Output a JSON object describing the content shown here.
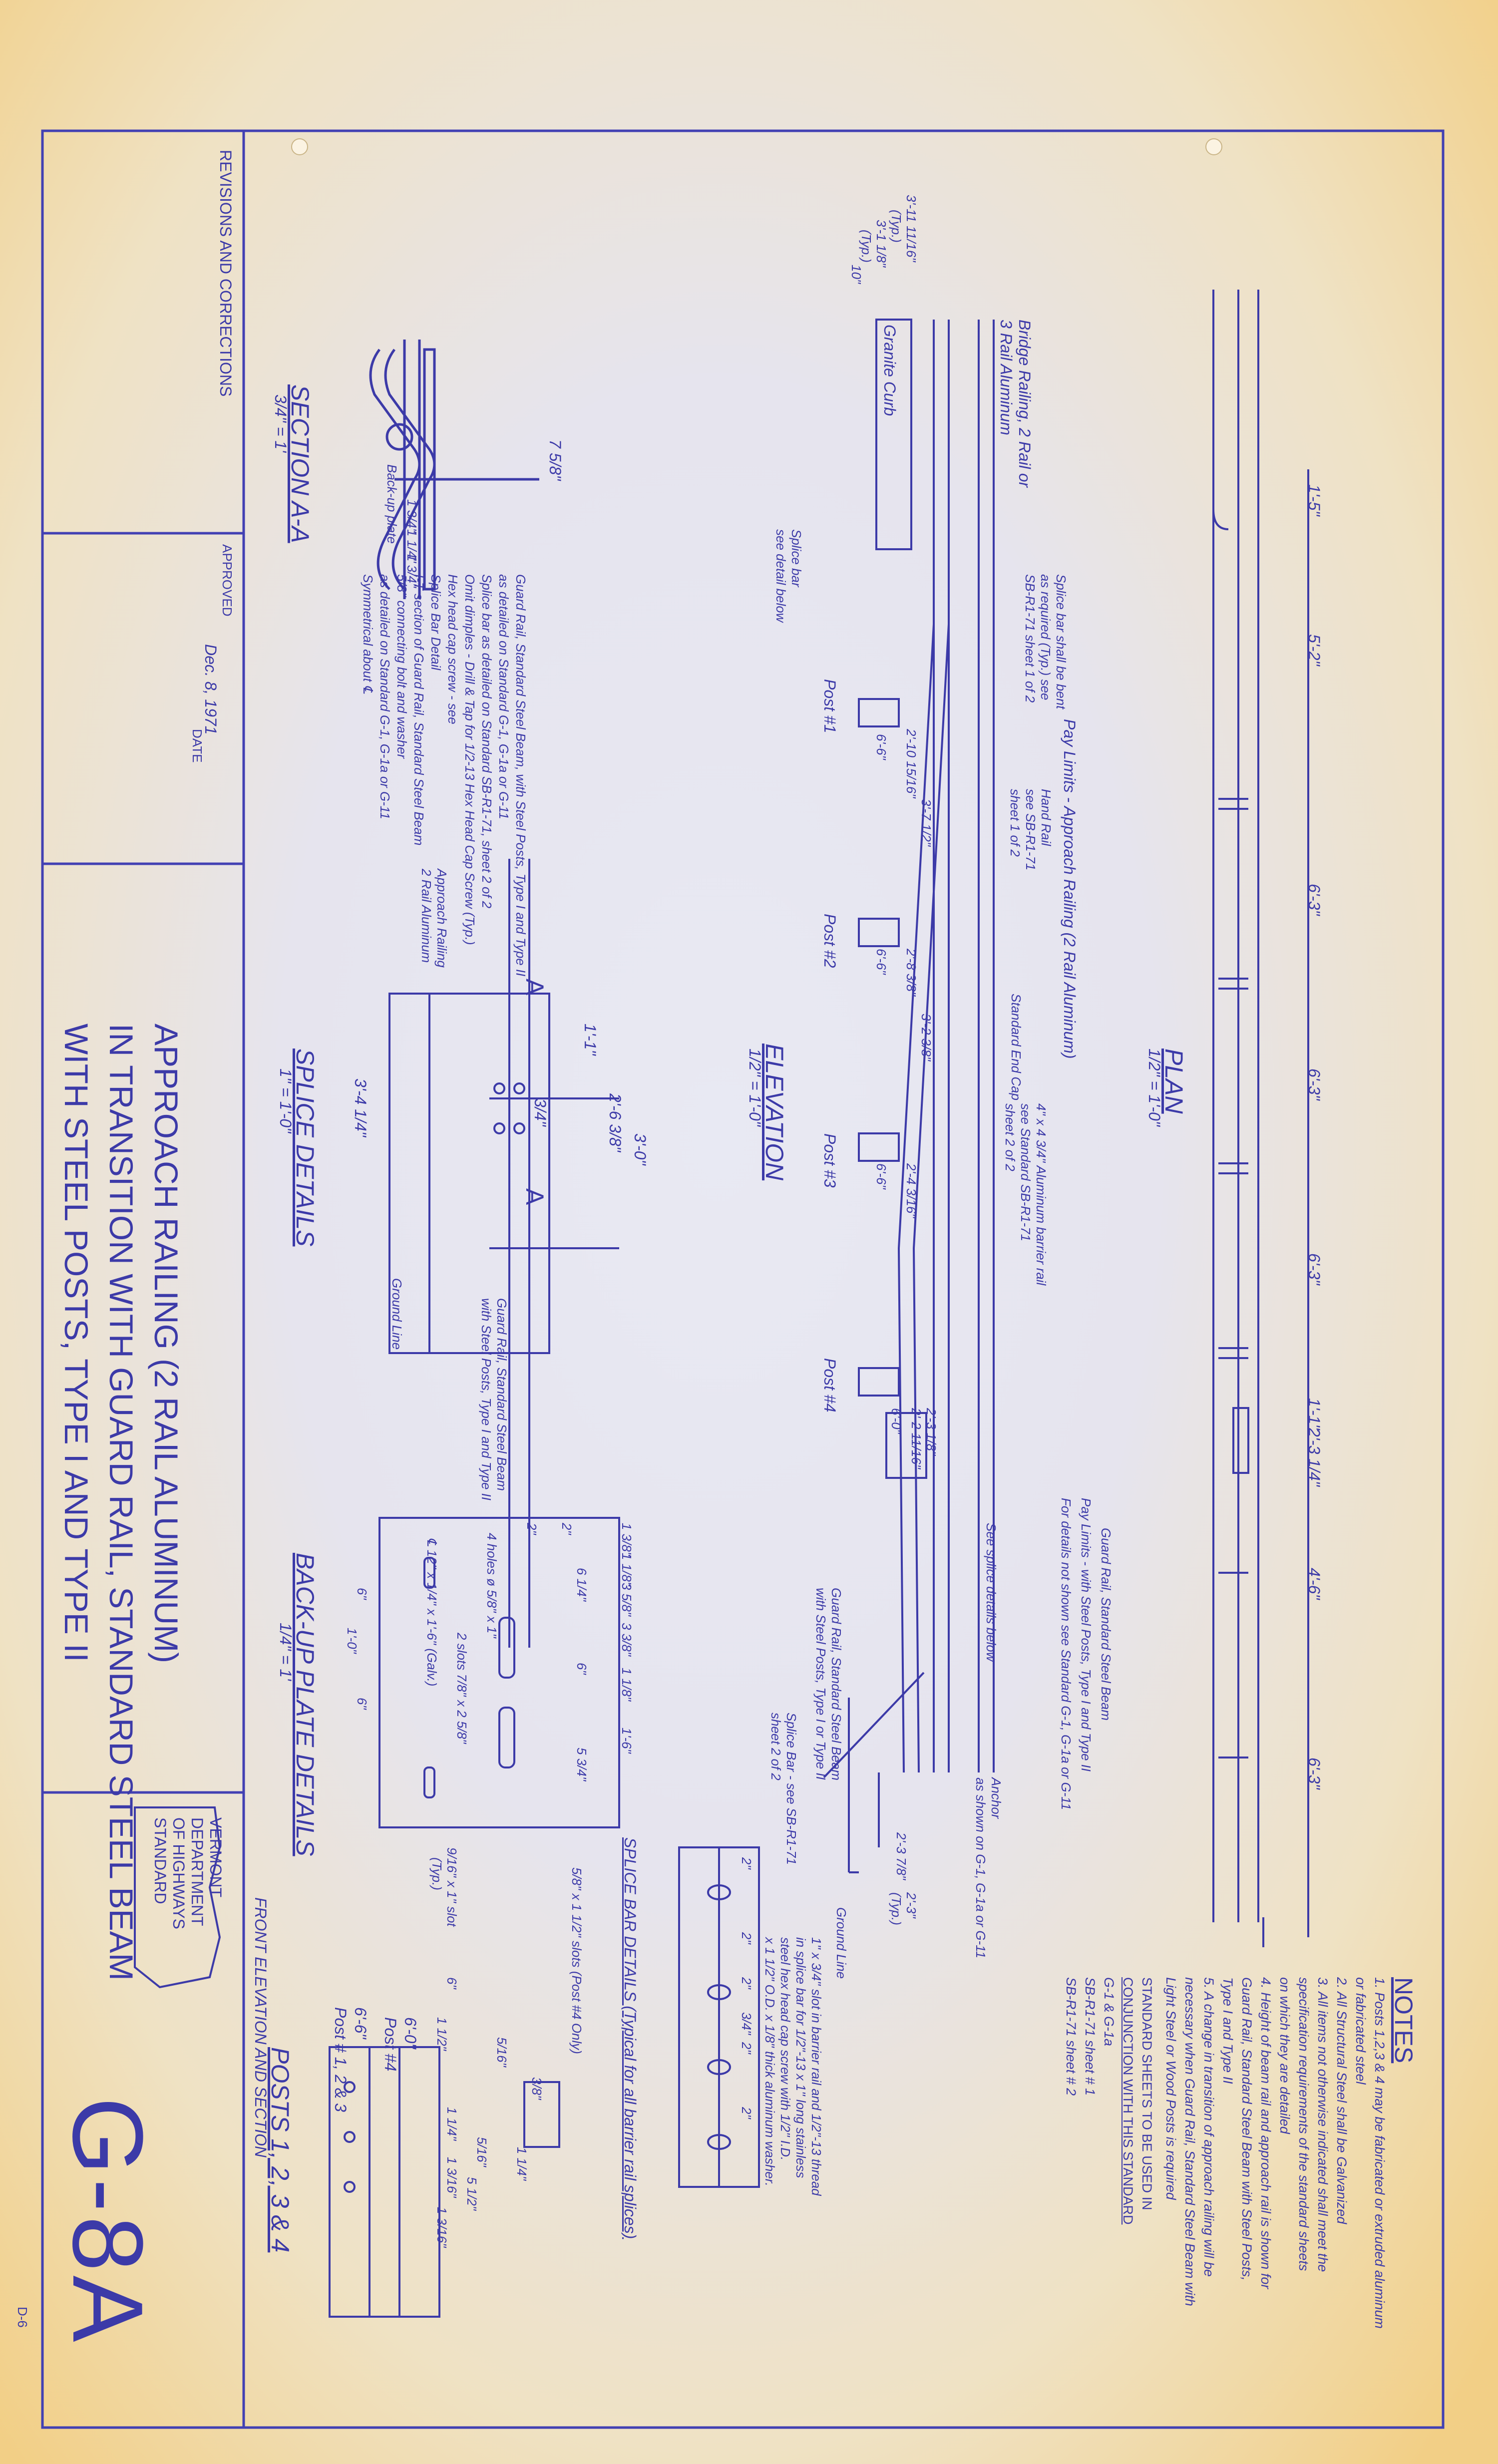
{
  "title_block": {
    "title_line1": "APPROACH RAILING (2 RAIL ALUMINUM)",
    "title_line2": "IN TRANSITION WITH GUARD RAIL, STANDARD STEEL BEAM",
    "title_line3": "WITH STEEL POSTS, TYPE I AND TYPE II",
    "revisions_label": "REVISIONS AND CORRECTIONS",
    "approved_label": "APPROVED",
    "date_value": "Dec. 8, 1971",
    "date_label": "DATE",
    "agency_line1": "VERMONT",
    "agency_line2": "DEPARTMENT",
    "agency_line3": "OF HIGHWAYS",
    "agency_line4": "STANDARD",
    "sheet_number": "G-8A",
    "corner_mark": "D-6"
  },
  "notes": {
    "heading": "NOTES",
    "items": [
      "1. Posts 1,2,3 & 4 may be fabricated or extruded aluminum",
      "or fabricated steel",
      "2. All Structural Steel shall be Galvanized",
      "3. All items not otherwise indicated shall meet the",
      "specification requirements of the standard sheets",
      "on which they are detailed",
      "4. Height of beam rail and approach rail is shown for",
      "Guard Rail, Standard Steel Beam with Steel Posts,",
      "Type I and Type II",
      "5. A change in transition of approach railing will be",
      "necessary when Guard Rail, Standard Steel Beam with",
      "Light Steel or Wood Posts is required"
    ],
    "standards_heading1": "STANDARD SHEETS TO BE USED IN",
    "standards_heading2": "CONJUNCTION WITH THIS STANDARD",
    "standards_items": [
      "G-1 & G-1a",
      "SB-R1-71 sheet # 1",
      "SB-R1-71 sheet # 2"
    ]
  },
  "plan": {
    "label": "PLAN",
    "scale": "1/2\" = 1'-0\"",
    "dims": [
      "1'-5\"",
      "5'-2\"",
      "6'-3\"",
      "6'-3\"",
      "6'-3\"",
      "1'-1\"",
      "2'-3 1/4\"",
      "4'-6\"",
      "6'-3\""
    ]
  },
  "elevation": {
    "label": "ELEVATION",
    "scale": "1/2\" = 1'-0\"",
    "pay_limits_approach": "Pay Limits - Approach Railing (2 Rail Aluminum)",
    "pay_limits_guard1": "Pay Limits - with Steel Posts, Type I and Type II",
    "pay_limits_guard2": "For details not shown see Standard G-1, G-1a or G-11",
    "guard_rail_label": "Guard Rail, Standard Steel Beam",
    "posts": [
      "Post #1",
      "Post #2",
      "Post #3",
      "Post #4"
    ],
    "top_dims": [
      "3'-11 11/16\"",
      "(Typ.)",
      "3'-1 1/8\"",
      "(Typ.)",
      "10\""
    ],
    "granite_curb": "Granite Curb",
    "bridge_railing1": "Bridge Railing, 2 Rail or",
    "bridge_railing2": "3 Rail Aluminum",
    "splice_bar_note1": "Splice bar shall be bent",
    "splice_bar_note2": "as required (Typ.) see",
    "splice_bar_note3": "SB-R1-71 sheet 1 of 2",
    "splice_bar_detail1": "Splice bar",
    "splice_bar_detail2": "see detail below",
    "hand_rail1": "Hand Rail",
    "hand_rail2": "see SB-R1-71",
    "hand_rail3": "sheet 1 of 2",
    "end_cap": "Standard End Cap",
    "barrier_rail1": "4\" x 4 3/4\" Aluminum barrier rail",
    "barrier_rail2": "see Standard SB-R1-71",
    "barrier_rail3": "sheet 2 of 2",
    "splice_details_below": "See splice details below",
    "guard_rail_steel1": "Guard Rail, Standard Steel Beam",
    "guard_rail_steel2": "with Steel Posts, Type I or Type II",
    "splice_bar_see1": "Splice Bar - see SB-R1-71",
    "splice_bar_see2": "sheet 2 of 2",
    "anchor1": "Anchor",
    "anchor2": "as shown on G-1, G-1a or G-11",
    "ground_line": "Ground Line",
    "heights": [
      "2'-10 15/16\"",
      "3'-7 1/2\"",
      "6'-6\"",
      "2'-8 3/8\"",
      "3'-2 3/8\"",
      "6'-6\"",
      "2'-4 3/16\"",
      "6'-6\"",
      "2'-3 1/8\"",
      "2'-2 11/16\"",
      "6'-0\"",
      "2'-3 7/8\"",
      "2'-3\"",
      "(Typ.)"
    ],
    "slot_note1": "1\" x 3/4\" slot in barrier rail and 1/2\"-13 thread",
    "slot_note2": "in splice bar for 1/2\"-13 x 1\" long stainless",
    "slot_note3": "steel hex head cap screw with 1/2\" I.D.",
    "slot_note4": "x 1 1/2\" O.D. x 1/8\" thick aluminum washer."
  },
  "section": {
    "label": "SECTION A-A",
    "scale": "3/4\" = 1'",
    "width_dim": "7 5/8\"",
    "back_up_plate": "Back-up plate",
    "dims": [
      "1 3/4\"",
      "1 1/4\"",
      "1 3/4\""
    ],
    "n1": "Guard Rail, Standard Steel Beam, with Steel Posts, Type I and Type II",
    "n2": "as detailed on Standard G-1, G-1a or G-11",
    "n3": "Splice bar as detailed on Standard SB-R1-71, sheet 2 of 2",
    "n4": "Omit dimples - Drill & Tap for 1/2-13 Hex Head Cap Screw (Typ.)",
    "n5": "Hex head cap screw - see",
    "n6": "Splice Bar Detail",
    "n7": "I-T section of Guard Rail, Standard Steel Beam",
    "n8": "5/8\" connecting bolt and washer",
    "n9": "as detailed on Standard G-1, G-1a or G-11",
    "n10": "Symmetrical about ℄"
  },
  "splice": {
    "label": "SPLICE DETAILS",
    "scale": "1\" = 1'-0\"",
    "dims": [
      "3'-0\"",
      "2'-6 3/8\"",
      "1'-1\"",
      "3/4\"",
      "3'-4 1/4\""
    ],
    "approach_railing1": "Approach Railing",
    "approach_railing2": "2 Rail Aluminum",
    "guard_rail1": "Guard Rail, Standard Steel Beam",
    "guard_rail2": "with Steel Posts, Type I and Type II",
    "ground_line": "Ground Line",
    "section_mark": "A"
  },
  "backup": {
    "label": "BACK-UP PLATE DETAILS",
    "scale": "1/4\" = 1'",
    "dims": [
      "1 3/8\"",
      "1 1/8\"",
      "3 5/8\"",
      "3 3/8\"",
      "1 1/8\"",
      "2\"",
      "2\"",
      "6 1/4\"",
      "6\"",
      "5 3/4\"",
      "1'-6\"",
      "6\"",
      "6\"",
      "1'-0\""
    ],
    "holes1": "4 holes ø 5/8\" x 1\"",
    "holes2": "2 slots 7/8\" x 2 5/8\"",
    "plate": "℄ 12\" x 1/4\" x 1'-6\" (Galv.)"
  },
  "splice_bar": {
    "label": "SPLICE BAR DETAILS (Typical for all barrier rail splices)",
    "dims": [
      "2\"",
      "2\"",
      "2\"",
      "3/4\"",
      "2\"",
      "2\""
    ]
  },
  "posts_detail": {
    "label": "POSTS 1, 2, 3 & 4",
    "sublabel": "FRONT ELEVATION AND SECTION",
    "slots": "5/8\" x 1 1/2\" slots (Post #4 Only)",
    "slots2": "9/16\" x 1\" slot",
    "typ": "(Typ.)",
    "dims": [
      "6\"",
      "1 1/2\"",
      "5/16\"",
      "3/8\"",
      "1 1/4\"",
      "5/16\"",
      "1 1/4\"",
      "1 3/16\"",
      "5 1/2\"",
      "1 3/16\""
    ],
    "post4": "6'-0\"",
    "post4_label": "Post #4",
    "post123": "6'-6\"",
    "post123_label": "Post # 1, 2 & 3"
  }
}
